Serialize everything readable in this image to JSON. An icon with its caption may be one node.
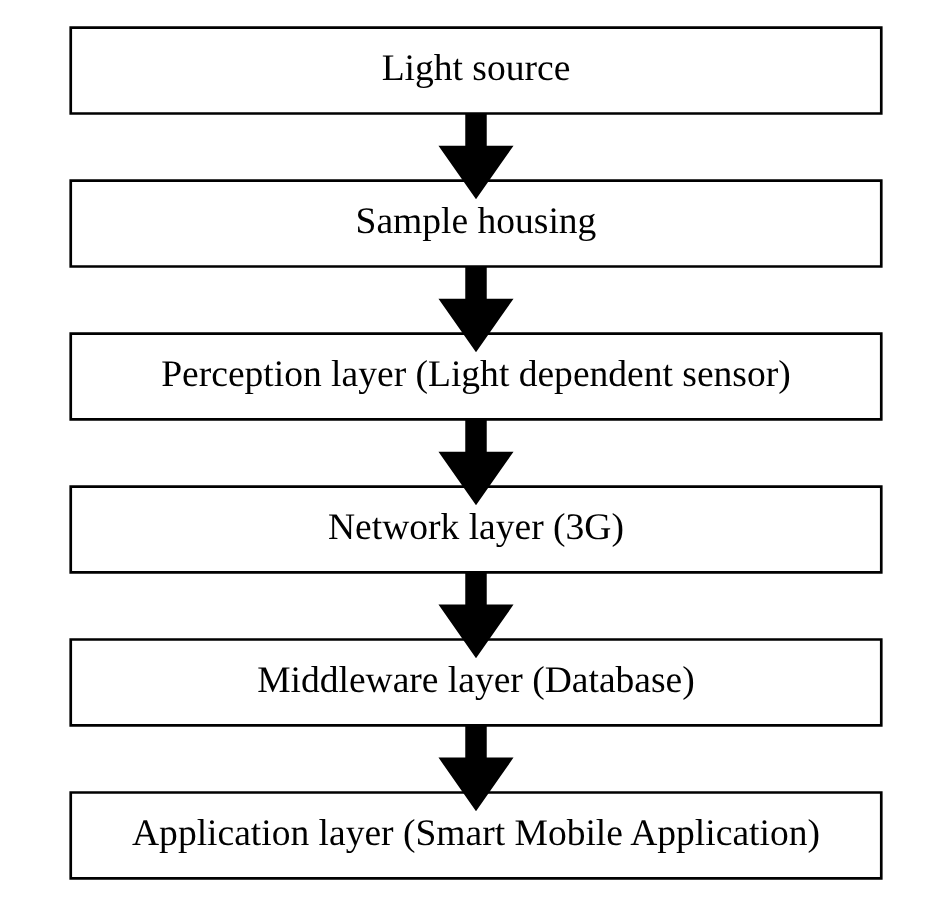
{
  "diagram": {
    "nodes": [
      {
        "text": [
          "Light source"
        ]
      },
      {
        "text": [
          "Sample housing"
        ]
      },
      {
        "text": [
          "Perception layer (Light dependent sensor)"
        ]
      },
      {
        "text": [
          "Network layer (3G)"
        ]
      },
      {
        "text": [
          "Middleware layer (Database)"
        ]
      },
      {
        "text": [
          "Application layer (Smart Mobile Application)"
        ]
      }
    ],
    "edges": [
      {
        "from": 0,
        "to": 1,
        "arrow": "to"
      },
      {
        "from": 1,
        "to": 2,
        "arrow": "to"
      },
      {
        "from": 2,
        "to": 3,
        "arrow": "to"
      },
      {
        "from": 3,
        "to": 4,
        "arrow": "to"
      },
      {
        "from": 4,
        "to": 5,
        "arrow": "to"
      }
    ]
  }
}
